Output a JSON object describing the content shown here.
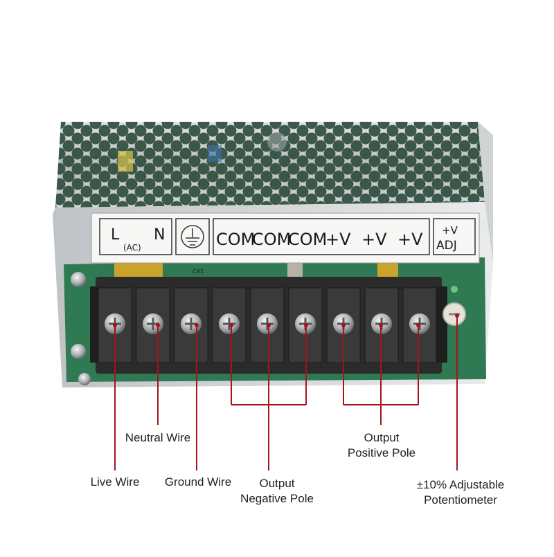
{
  "panel": {
    "l": "L",
    "n": "N",
    "ac": "(AC)",
    "terminals": [
      "COM",
      "COM",
      "COM",
      "+V",
      "+V",
      "+V"
    ],
    "adj_top": "+V",
    "adj_bottom": "ADJ",
    "board_mark": "CX1"
  },
  "callouts": {
    "live": "Live Wire",
    "neutral": "Neutral Wire",
    "ground": "Ground Wire",
    "neg_line1": "Output",
    "neg_line2": "Negative Pole",
    "pos_line1": "Output",
    "pos_line2": "Positive Pole",
    "pot_line1": "±10% Adjustable",
    "pot_line2": "Potentiometer"
  },
  "colors": {
    "callout_line": "#a8121e",
    "terminal_block": "#2b2b2b",
    "pcb": "#2f7a52",
    "steel": "#c9ccce"
  }
}
